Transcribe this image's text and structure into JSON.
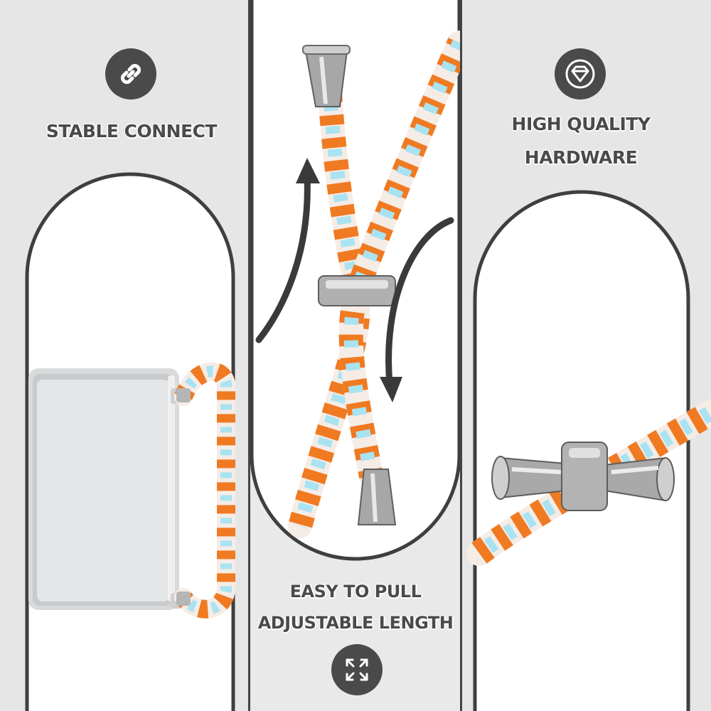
{
  "features": {
    "left": {
      "line1": "STABLE CONNECT",
      "icon": "link-icon"
    },
    "right": {
      "line1": "HIGH QUALITY",
      "line2": "HARDWARE",
      "icon": "diamond-icon"
    },
    "middle": {
      "line1": "EASY TO PULL",
      "line2": "ADJUSTABLE LENGTH",
      "icon": "expand-arrows-icon"
    }
  },
  "colors": {
    "background": "#e6e6e6",
    "divider": "#444444",
    "badge": "#4a4a4a",
    "caption_text": "#4a4a4a",
    "rope_orange": "#f07a22",
    "rope_blue": "#a9e3f2",
    "rope_white": "#f6ece6",
    "metal": "#b5b5b5"
  }
}
